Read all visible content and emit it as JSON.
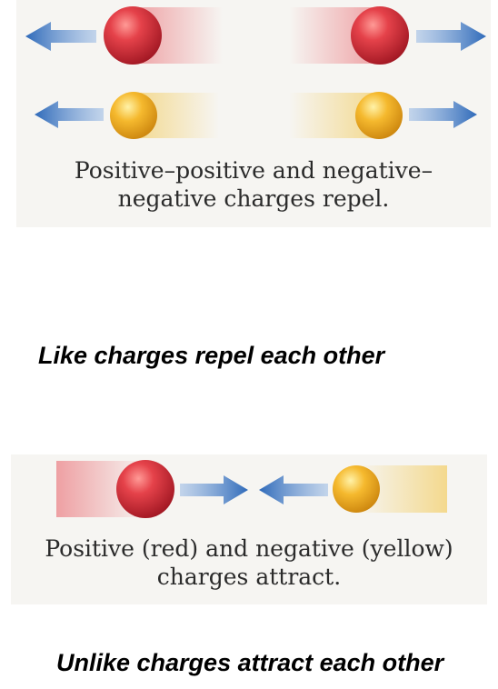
{
  "repel": {
    "caption_line1": "Positive–positive and negative–",
    "caption_line2": "negative charges repel.",
    "heading": "Like charges repel each other"
  },
  "attract": {
    "caption_line1": "Positive (red) and negative (yellow)",
    "caption_line2": "charges attract.",
    "heading": "Unlike charges attract each other"
  },
  "colors": {
    "positive_charge": "#d8323a",
    "negative_charge": "#f0b324",
    "arrow": "#3f78c4",
    "caption_text": "#2b2b2b",
    "heading_text": "#000000"
  }
}
